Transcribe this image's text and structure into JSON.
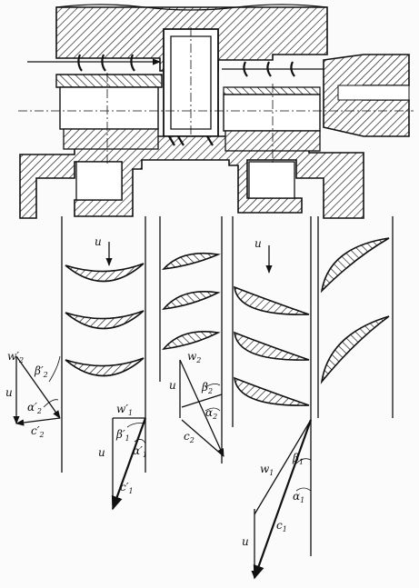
{
  "labels": {
    "u": "u",
    "w2p": "w′",
    "w2p_sub": "2",
    "b2p": "β′",
    "b2p_sub": "2",
    "a2p": "α′",
    "a2p_sub": "2",
    "c2p": "c′",
    "c2p_sub": "2",
    "w1p": "w′",
    "w1p_sub": "1",
    "b1p": "β′",
    "b1p_sub": "1",
    "a1p": "α′",
    "a1p_sub": "1",
    "c1p": "c′",
    "c1p_sub": "1",
    "w2": "w",
    "w2_sub": "2",
    "b2": "β",
    "b2_sub": "2",
    "a2": "α",
    "a2_sub": "2",
    "c2": "c",
    "c2_sub": "2",
    "w1": "w",
    "w1_sub": "1",
    "b1": "β",
    "b1_sub": "1",
    "a1": "α",
    "a1_sub": "1",
    "c1": "c",
    "c1_sub": "1"
  }
}
